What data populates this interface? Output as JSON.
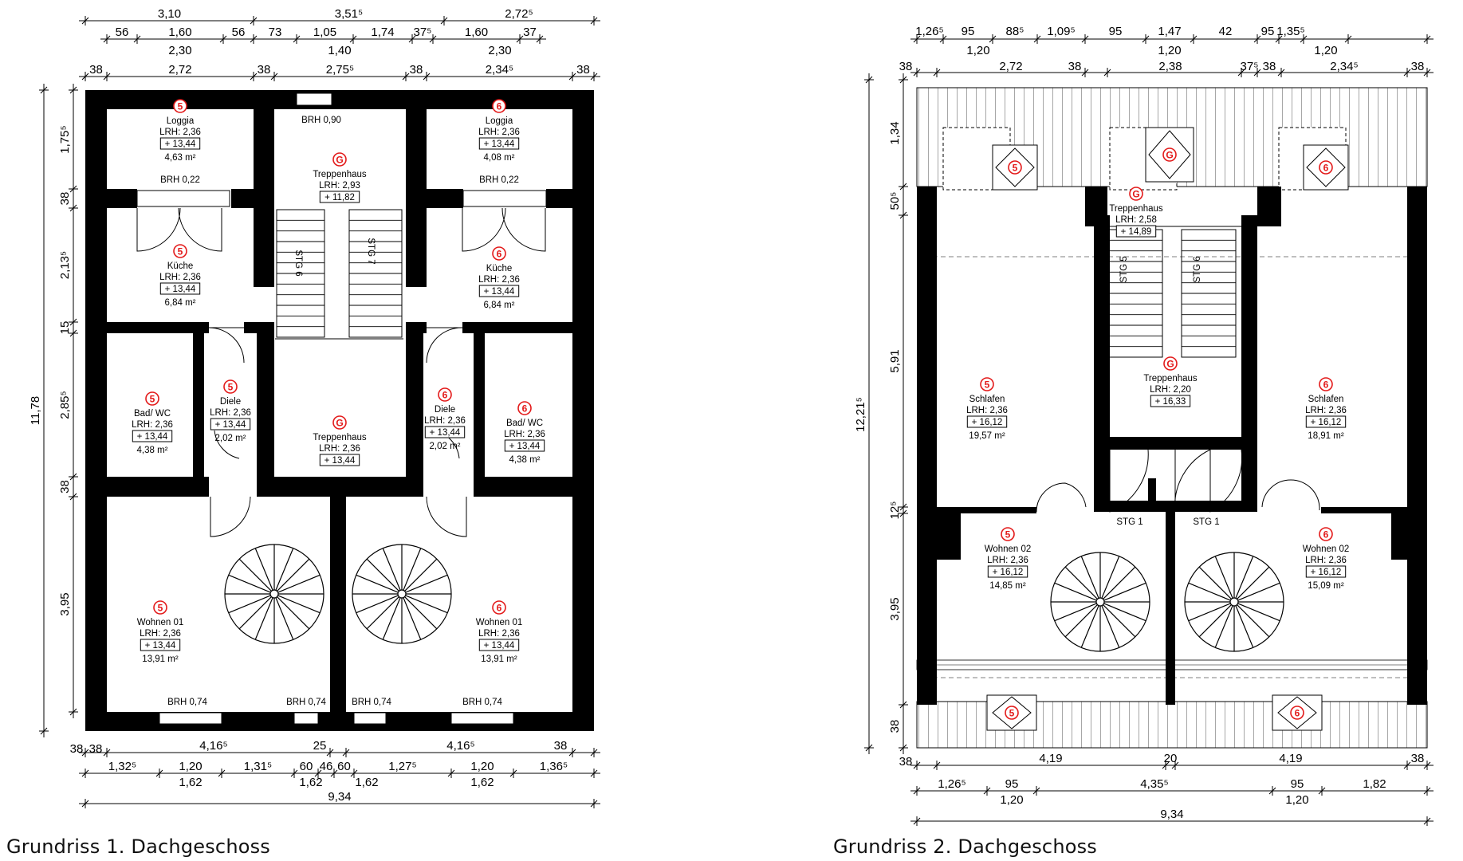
{
  "captions": {
    "left": "Grundriss 1. Dachgeschoss",
    "right": "Grundriss 2. Dachgeschoss"
  },
  "colors": {
    "wall": "#000000",
    "unit_marker": "#e31a1a",
    "background": "#ffffff"
  },
  "left_dims": {
    "top1": [
      "3,10",
      "3,51⁵",
      "2,72⁵"
    ],
    "top2": [
      "56",
      "1,60",
      "56",
      "73",
      "1,05",
      "1,74",
      "37⁵",
      "1,60",
      "37"
    ],
    "top3": [
      "2,30",
      "1,40",
      "2,30"
    ],
    "top4": [
      "38",
      "2,72",
      "38",
      "2,75⁵",
      "38",
      "2,34⁵",
      "38"
    ],
    "bottom1": [
      "38",
      "38",
      "4,16⁵",
      "25",
      "4,16⁵",
      "38"
    ],
    "bottom2": [
      "1,32⁵",
      "1,20",
      "1,31⁵",
      "60",
      "46",
      "60",
      "1,27⁵",
      "1,20",
      "1,36⁵"
    ],
    "bottom3": [
      "1,62",
      "1,62",
      "1,62",
      "1,62"
    ],
    "bottom4": [
      "9,34"
    ],
    "left": [
      "1,75⁵",
      "38",
      "2,13⁵",
      "15",
      "2,85⁵",
      "38",
      "3,95"
    ],
    "overall": "11,78"
  },
  "left_rooms": [
    {
      "unit": "5",
      "name": "Loggia",
      "lrh": "LRH: 2,36",
      "level": "+ 13,44",
      "area": "4,63 m²"
    },
    {
      "unit": "6",
      "name": "Loggia",
      "lrh": "LRH: 2,36",
      "level": "+ 13,44",
      "area": "4,08 m²"
    },
    {
      "unit": "G",
      "name": "Treppenhaus",
      "lrh": "LRH: 2,93",
      "level": "+ 11,82"
    },
    {
      "unit": "5",
      "name": "Küche",
      "lrh": "LRH: 2,36",
      "level": "+ 13,44",
      "area": "6,84 m²"
    },
    {
      "unit": "6",
      "name": "Küche",
      "lrh": "LRH: 2,36",
      "level": "+ 13,44",
      "area": "6,84 m²"
    },
    {
      "unit": "G",
      "name": "Treppenhaus",
      "lrh": "LRH: 2,36",
      "level": "+ 13,44"
    },
    {
      "unit": "5",
      "name": "Bad/ WC",
      "lrh": "LRH: 2,36",
      "level": "+ 13,44",
      "area": "4,38 m²"
    },
    {
      "unit": "5",
      "name": "Diele",
      "lrh": "LRH: 2,36",
      "level": "+ 13,44",
      "area": "2,02 m²"
    },
    {
      "unit": "6",
      "name": "Diele",
      "lrh": "LRH: 2,36",
      "level": "+ 13,44",
      "area": "2,02 m²"
    },
    {
      "unit": "6",
      "name": "Bad/ WC",
      "lrh": "LRH: 2,36",
      "level": "+ 13,44",
      "area": "4,38 m²"
    },
    {
      "unit": "5",
      "name": "Wohnen 01",
      "lrh": "LRH: 2,36",
      "level": "+ 13,44",
      "area": "13,91 m²"
    },
    {
      "unit": "6",
      "name": "Wohnen 01",
      "lrh": "LRH: 2,36",
      "level": "+ 13,44",
      "area": "13,91 m²"
    }
  ],
  "left_notes": [
    "BRH 0,90",
    "BRH 0,22",
    "BRH 0,22",
    "BRH 0,74",
    "BRH 0,74",
    "BRH 0,74",
    "BRH 0,74",
    "STG 6",
    "STG 7"
  ],
  "right_dims": {
    "top1": [
      "1,26⁵",
      "95",
      "88⁵",
      "1,09⁵",
      "95",
      "1,47",
      "42",
      "95",
      "1,35⁵"
    ],
    "top2": [
      "1,20",
      "1,20",
      "1,20"
    ],
    "top3": [
      "38",
      "2,72",
      "38",
      "2,38",
      "37⁵",
      "38",
      "2,34⁵",
      "38"
    ],
    "bottom1": [
      "38",
      "4,19",
      "20",
      "4,19",
      "38"
    ],
    "bottom2": [
      "1,26⁵",
      "95",
      "4,35⁵",
      "95",
      "1,82"
    ],
    "bottom3": [
      "1,20",
      "1,20"
    ],
    "bottom4": [
      "9,34"
    ],
    "left": [
      "1,34",
      "50⁵",
      "5,91",
      "12⁵",
      "3,95",
      "38"
    ],
    "overall": "12,21⁵"
  },
  "right_rooms": [
    {
      "unit": "G",
      "name": "Treppenhaus",
      "lrh": "LRH: 2,58",
      "level": "+ 14,89"
    },
    {
      "unit": "5",
      "name": "Schlafen",
      "lrh": "LRH: 2,36",
      "level": "+ 16,12",
      "area": "19,57 m²"
    },
    {
      "unit": "G",
      "name": "Treppenhaus",
      "lrh": "LRH: 2,20",
      "level": "+ 16,33"
    },
    {
      "unit": "6",
      "name": "Schlafen",
      "lrh": "LRH: 2,36",
      "level": "+ 16,12",
      "area": "18,91 m²"
    },
    {
      "unit": "5",
      "name": "Wohnen 02",
      "lrh": "LRH: 2,36",
      "level": "+ 16,12",
      "area": "14,85 m²"
    },
    {
      "unit": "6",
      "name": "Wohnen 02",
      "lrh": "LRH: 2,36",
      "level": "+ 16,12",
      "area": "15,09 m²"
    }
  ],
  "right_markers": [
    "5",
    "G",
    "6",
    "5",
    "6"
  ],
  "right_notes": [
    "STG 1",
    "STG 1",
    "STG 5",
    "STG 6"
  ]
}
